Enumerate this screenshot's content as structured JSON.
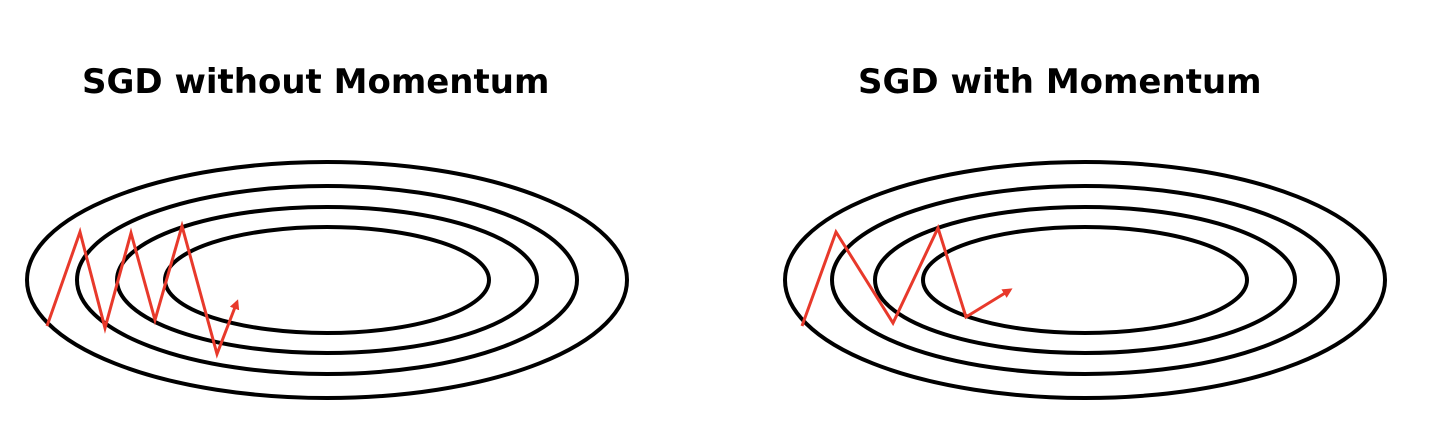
{
  "panels": [
    {
      "title": "SGD without Momentum",
      "path_type": "oscillating"
    },
    {
      "title": "SGD with Momentum",
      "path_type": "damped"
    }
  ],
  "colors": {
    "background": "#ffffff",
    "contour_stroke": "#000000",
    "path_stroke": "#e8392b",
    "title_text": "#000000"
  }
}
